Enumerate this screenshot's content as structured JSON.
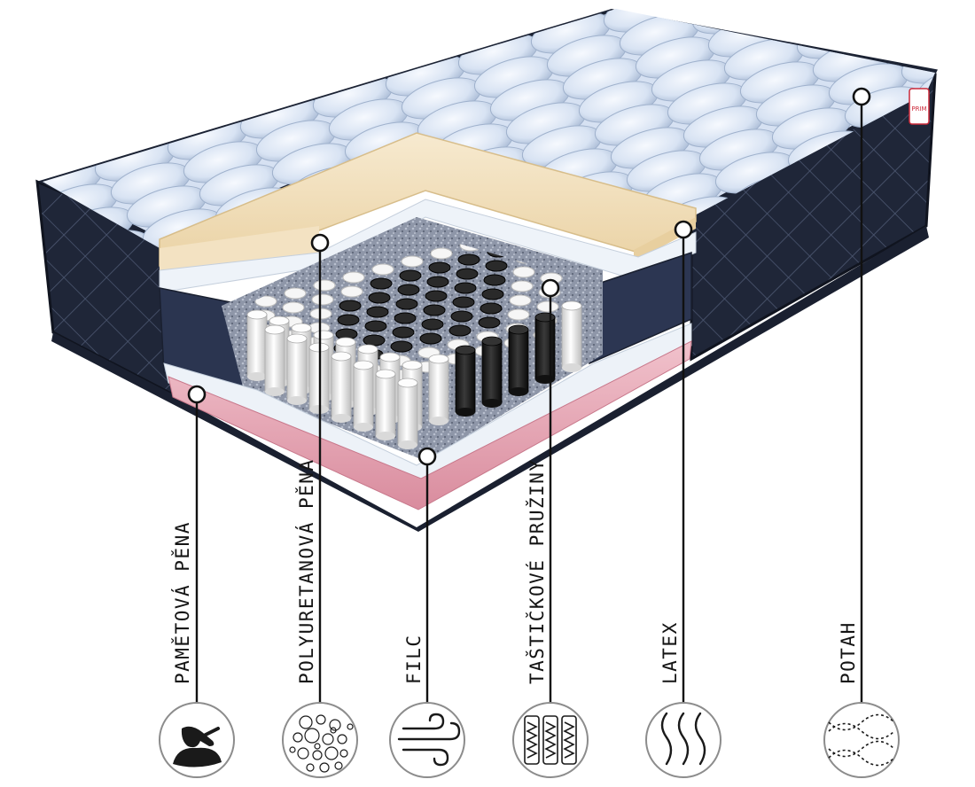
{
  "brand_badge_text": "PRIM",
  "layers": [
    {
      "id": "pametova-pena",
      "label": "PAMĚTOVÁ PĚNA",
      "icon": "memory-foam-hand-icon"
    },
    {
      "id": "polyuretanova-pena",
      "label": "POLYURETANOVÁ PĚNA",
      "icon": "foam-bubbles-icon"
    },
    {
      "id": "filc",
      "label": "FILC",
      "icon": "wind-icon"
    },
    {
      "id": "tastickove-pruziny",
      "label": "TAŠTIČKOVÉ PRUŽINY",
      "icon": "pocket-springs-icon"
    },
    {
      "id": "latex",
      "label": "LATEX",
      "icon": "waves-icon"
    },
    {
      "id": "potah",
      "label": "POTAH",
      "icon": "quilted-fabric-icon"
    }
  ],
  "colors": {
    "cover_dark": "#1f2638",
    "quilt_top": "#dbe6f5",
    "latex": "#f2dfb8",
    "foam_white": "#edf2f8",
    "memory_foam_pink": "#e6a4b2",
    "felt": "#8890a2",
    "spring_white": "#eeeeee",
    "spring_black": "#1c1c1c",
    "callout_line": "#111111"
  }
}
